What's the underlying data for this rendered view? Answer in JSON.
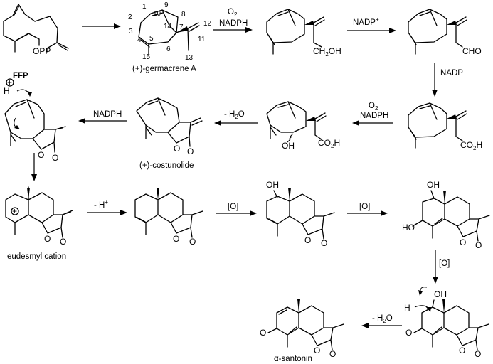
{
  "compounds": {
    "ffp": "FFP",
    "opp": "OPP",
    "germacrene": "(+)-germacrene A",
    "costunolide": "(+)-costunolide",
    "eudesmyl": "eudesmyl cation",
    "santonin": "α-santonin"
  },
  "atom_numbers": [
    "1",
    "2",
    "3",
    "4",
    "5",
    "6",
    "7",
    "8",
    "9",
    "10",
    "11",
    "12",
    "13",
    "14",
    "15"
  ],
  "reagents": {
    "o2_top": "O",
    "o2_top_sub": "2",
    "nadph_top": "NADPH",
    "nadp_1": "NADP",
    "nadp_1_sup": "+",
    "nadp_2": "NADP",
    "nadp_2_sup": "+",
    "o2_mid": "O",
    "o2_mid_sub": "2",
    "nadph_mid": "NADPH",
    "minus_h2o_1": "- H",
    "minus_h2o_1_sub": "2",
    "minus_h2o_1_end": "O",
    "nadph_left": "NADPH",
    "minus_h": "- H",
    "minus_h_sup": "+",
    "ox_1": "[O]",
    "ox_2": "[O]",
    "ox_3": "[O]",
    "minus_h2o_2": "- H",
    "minus_h2o_2_sub": "2",
    "minus_h2o_2_end": "O"
  },
  "groups": {
    "ch2oh": "CH",
    "ch2oh_sub": "2",
    "ch2oh_end": "OH",
    "cho": "CHO",
    "co2h_1": "CO",
    "co2h_1_sub": "2",
    "co2h_1_end": "H",
    "co2h_2": "CO",
    "co2h_2_sub": "2",
    "co2h_2_end": "H",
    "oh_acid": "OH",
    "h_plus": "H",
    "plus": "+",
    "plus_cation": "+",
    "oh_1": "OH",
    "oh_2a": "OH",
    "ho_2b": "HO",
    "oh_3": "OH",
    "h_3": "H",
    "o_ketone": "O",
    "o_santonin": "O",
    "o_lactone": "O"
  }
}
